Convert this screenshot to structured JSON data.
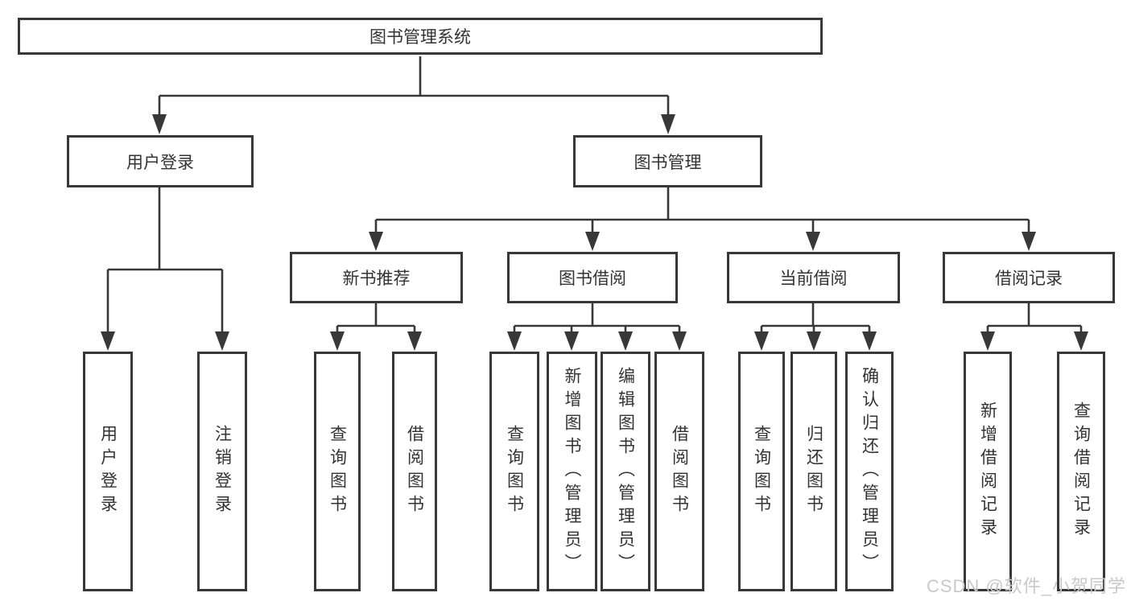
{
  "diagram_title": "图书管理系统",
  "watermark": "CSDN @软件_小贺同学",
  "colors": {
    "line": "#383838",
    "box_border": "#383838",
    "text": "#333333",
    "watermark": "#c9c9c9",
    "background": "#ffffff"
  },
  "nodes": {
    "root": {
      "label": "图书管理系统"
    },
    "level2": [
      {
        "label": "用户登录"
      },
      {
        "label": "图书管理"
      }
    ],
    "level3": [
      {
        "label": "新书推荐",
        "parent": "图书管理"
      },
      {
        "label": "图书借阅",
        "parent": "图书管理"
      },
      {
        "label": "当前借阅",
        "parent": "图书管理"
      },
      {
        "label": "借阅记录",
        "parent": "图书管理"
      }
    ],
    "leaves": [
      {
        "label": "用户登录",
        "parent": "用户登录"
      },
      {
        "label": "注销登录",
        "parent": "用户登录"
      },
      {
        "label": "查询图书",
        "parent": "新书推荐"
      },
      {
        "label": "借阅图书",
        "parent": "新书推荐"
      },
      {
        "label": "查询图书",
        "parent": "图书借阅"
      },
      {
        "label": "新增图书（管理员）",
        "parent": "图书借阅"
      },
      {
        "label": "编辑图书（管理员）",
        "parent": "图书借阅"
      },
      {
        "label": "借阅图书",
        "parent": "图书借阅"
      },
      {
        "label": "查询图书",
        "parent": "当前借阅"
      },
      {
        "label": "归还图书",
        "parent": "当前借阅"
      },
      {
        "label": "确认归还（管理员）",
        "parent": "当前借阅"
      },
      {
        "label": "新增借阅记录",
        "parent": "借阅记录"
      },
      {
        "label": "查询借阅记录",
        "parent": "借阅记录"
      }
    ]
  }
}
